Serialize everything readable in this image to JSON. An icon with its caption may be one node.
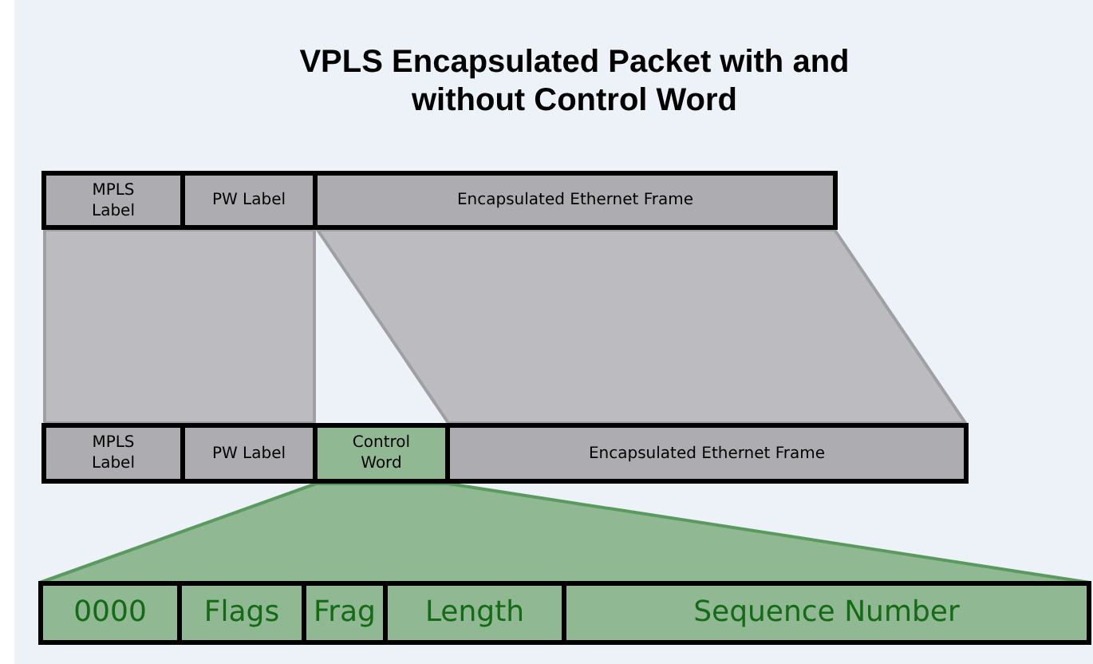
{
  "diagram": {
    "title": "VPLS Encapsulated Packet with and without Control Word",
    "nodes": [
      {
        "text": [
          "MPLS Label"
        ]
      },
      {
        "text": [
          "PW Label"
        ]
      },
      {
        "text": [
          "Encapsulated Ethernet Frame"
        ]
      },
      {
        "text": [
          "MPLS Label"
        ]
      },
      {
        "text": [
          "PW Label"
        ]
      },
      {
        "text": [
          "Control Word"
        ]
      },
      {
        "text": [
          "Encapsulated Ethernet Frame"
        ]
      },
      {
        "text": [
          "0000"
        ]
      },
      {
        "text": [
          "Flags"
        ]
      },
      {
        "text": [
          "Frag"
        ]
      },
      {
        "text": [
          "Length"
        ]
      },
      {
        "text": [
          "Sequence Number"
        ]
      }
    ]
  }
}
